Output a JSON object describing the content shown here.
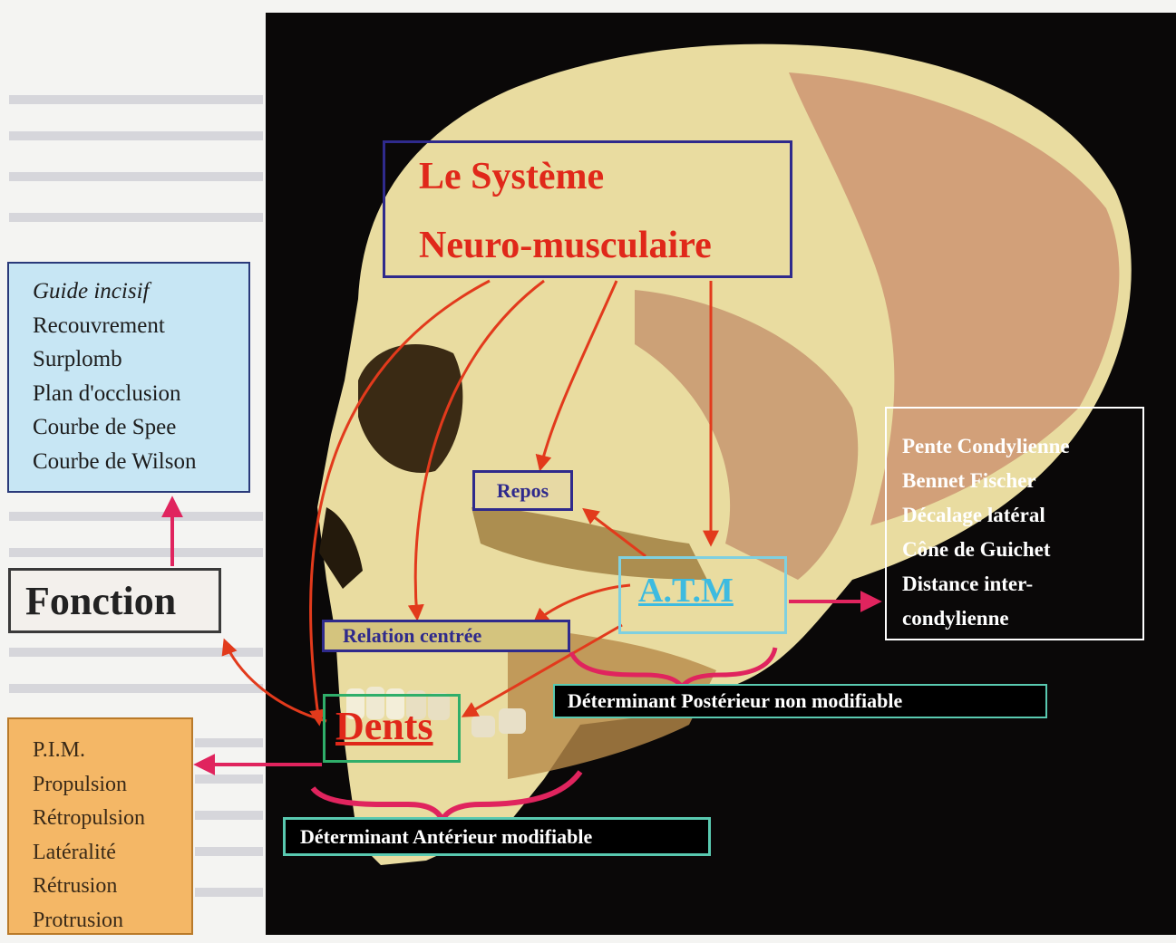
{
  "title": {
    "line1": "Le Système",
    "line2": "Neuro-musculaire"
  },
  "fonction_list": [
    "Guide incisif",
    "Recouvrement",
    "Surplomb",
    "Plan d'occlusion",
    "Courbe de Spee",
    "Courbe de Wilson"
  ],
  "fonction_label": "Fonction",
  "pim_list": [
    "P.I.M.",
    "Propulsion",
    "Rétropulsion",
    "Latéralité",
    "Rétrusion",
    "Protrusion"
  ],
  "atm_params": [
    "Pente Condylienne",
    "Bennet  Fischer",
    "Décalage latéral",
    "Cône de Guichet",
    "Distance inter-",
    "condylienne"
  ],
  "labels": {
    "repos": "Repos",
    "atm": "A.T.M",
    "relation_centree": "Relation centrée",
    "dents": "Dents",
    "determinant_posterieur": "Déterminant Postérieur non modifiable",
    "determinant_anterieur": "Déterminant Antérieur modifiable"
  },
  "colors": {
    "arrow_red": "#e23a1c",
    "arrow_pink": "#e0245e",
    "title_red": "#e0281a",
    "frame_blue": "#2f2a8c",
    "atm_cyan": "#3dbbe0",
    "fonction_blue_bg": "#c7e6f4",
    "pim_orange_bg": "#f4b766"
  }
}
